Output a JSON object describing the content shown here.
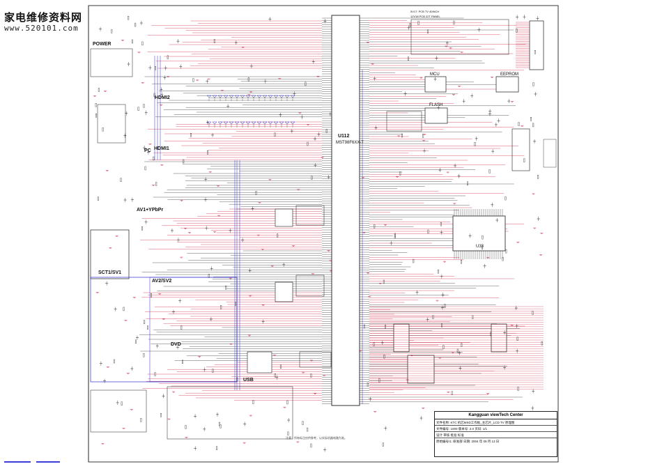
{
  "watermark": {
    "site_name": "家电维修资料网",
    "url": "www.520101.com"
  },
  "section_labels": {
    "power": "POWER",
    "hdmi2": "HDMI2",
    "hdmi1": "HDMI1",
    "pc": "PC",
    "av1": "AV1+YPbPr",
    "scart": "SCT1/SV1",
    "av2": "AV2/SV2",
    "dvd": "DVD",
    "usb": "USB",
    "u112": "U112",
    "u112_part": "MST98F6XX-T",
    "u33": "U33",
    "mcu": "MCU",
    "eeprom": "EEPROM",
    "flash": "FLASH",
    "panel_note_1": "5V17: PCB TV 40INCH",
    "panel_note_2": "12V18 PCB 22T PANEL"
  },
  "title_block": {
    "company": "Kangguan viewTech Center",
    "row1": "文件名称: KTC 机芯MSD工作板_主芯片_LCD TV 原理图",
    "row2": "文件编号: 1000      版本号: 2.0      页码: 1/1",
    "row3": "设计   审核   批准   标准",
    "row4": "原始编号/1: 研发部      日期: 2004 年 09 月 13 日"
  },
  "footer_note": "注意：所有标注仅供参考，以实际机器电路为准。",
  "colors": {
    "wire": "#c8102e",
    "ink": "#1a1a1a",
    "bus": "#2b2bd1",
    "frame": "#222222"
  }
}
